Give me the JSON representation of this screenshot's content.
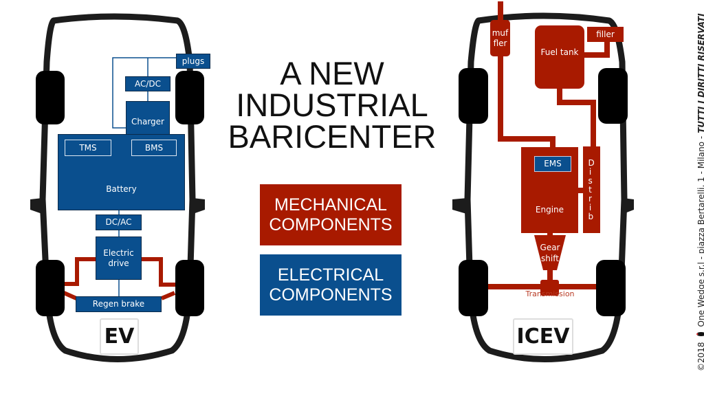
{
  "title": {
    "line1": "A NEW",
    "line2": "INDUSTRIAL",
    "line3": "BARICENTER"
  },
  "legend": {
    "mechanical": "MECHANICAL COMPONENTS",
    "electrical": "ELECTRICAL COMPONENTS"
  },
  "ev": {
    "label": "EV",
    "plugs": "plugs",
    "acdc": "AC/DC",
    "charger": "Charger",
    "tms": "TMS",
    "bms": "BMS",
    "battery": "Battery",
    "dcac": "DC/AC",
    "drive": "Electric drive",
    "regen": "Regen brake"
  },
  "icev": {
    "label": "ICEV",
    "muffler": "muf fler",
    "fuel_tank": "Fuel tank",
    "filler": "filler",
    "ems": "EMS",
    "engine": "Engine",
    "distrib": "D i s t r i b",
    "gear": "Gear shift",
    "transmission": "Transmission"
  },
  "footer": {
    "copyright": "©2018",
    "company": "One Wedge s.r.l - piazza Bertarelli, 1 - Milano - ",
    "rights": "TUTTI I DIRITTI RISERVATI"
  },
  "colors": {
    "mechanical": "#a81a00",
    "electrical": "#0a4f8e"
  }
}
